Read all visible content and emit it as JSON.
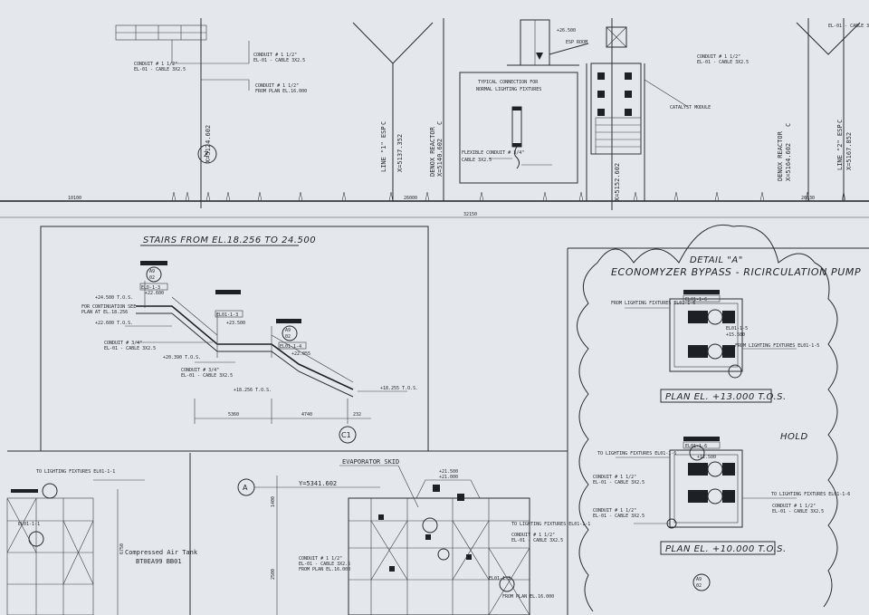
{
  "top": {
    "grid_z": "Z",
    "x_label_1": "X=5124.602",
    "x_label_2": "X=5140.602",
    "x_label_3": "X=5137.352",
    "x_label_4": "X=5152.602",
    "x_label_5": "X=5164.602",
    "x_label_6": "X=5167.852",
    "line1_esp": "LINE \"1\" ESP",
    "denox1": "DENOX REACTOR",
    "denox2": "DENOX REACTOR",
    "line2_esp": "LINE \"2\" ESP",
    "c1": "C",
    "c2": "C",
    "c3": "C",
    "c4": "C",
    "c5": "C",
    "esp_room": "ESP ROOM",
    "catalyst": "CATALYST MODULE",
    "typical_1": "TYPICAL CONNECTION FOR",
    "typical_2": "NORMAL LIGHTING FIXTURES",
    "flexible": "FLEXIBLE CONDUIT # 3/4\"",
    "cable": "CABLE 3X2.5",
    "dim_1": "10100",
    "dim_2": "26000",
    "dim_3": "32150",
    "dim_4": "26030",
    "elev": "+26.500",
    "small_1": "CONDUIT # 1 1/2\"",
    "small_2": "EL-01 - CABLE 3X2.5",
    "small_3": "EL-01 - CABLE 3X2.5",
    "small_4": "FROM PLAN EL.16.000"
  },
  "stairs": {
    "title": "STAIRS FROM EL.18.256 TO 24.500",
    "el_1": "+24.500 T.O.S.",
    "el_2": "+22.600",
    "el_3": "+22.600 T.O.S.",
    "el_4": "+20.390 T.O.S.",
    "el_5": "+18.256 T.O.S.",
    "el_6": "+18.255 T.O.S.",
    "el_7": "+23.500",
    "el_8": "+22.055",
    "tag_a": "A9",
    "tag_b": "02",
    "tag_c": "C1",
    "fix_1": "ELD-1-3",
    "fix_2": "EL01-1-3",
    "fix_3": "EL01-1-4",
    "note_1": "FOR CONTINUATION SEE",
    "note_2": "PLAN AT EL.18.256",
    "note_3": "CONDUIT # 3/4\"",
    "note_4": "EL-01 - CABLE 3X2.5",
    "dim_1": "5360",
    "dim_2": "4740",
    "dim_3": "232"
  },
  "detail": {
    "title_1": "DETAIL \"A\"",
    "title_2": "ECONOMYZER BYPASS - RICIRCULATION PUMP",
    "plan_1": "PLAN EL. +13.000 T.O.S.",
    "plan_2": "PLAN EL. +10.000 T.O.S.",
    "hold": "HOLD",
    "tag_1": "EL01-1-6",
    "tag_2": "EL01-1-5",
    "el_1": "+15.500",
    "el_2": "+12.500",
    "from_1": "FROM LIGHTING FIXTURES EL01-1-6",
    "from_2": "FROM LIGHTING FIXTURES EL01-1-5",
    "to_1": "TO LIGHTING FIXTURES EL01-1-6",
    "note_1": "CONDUIT # 1 1/2\"",
    "note_2": "EL-01 - CABLE 3X2.5"
  },
  "bottom": {
    "grid_a": "A",
    "y_label": "Y=5341.602",
    "evap": "EVAPORATOR SKID",
    "compressed_1": "Compressed Air Tank",
    "compressed_2": "BT0EA99 BB01",
    "dim_1": "1400",
    "dim_2": "6750",
    "dim_3": "2500",
    "el_1": "+21.500",
    "el_2": "+21.000",
    "tag_1": "EL01-1-1",
    "tag_2": "EL01-1-2",
    "note_1": "TO LIGHTING FIXTURES EL01-1-1",
    "note_2": "CONDUIT # 1 1/2\"",
    "note_3": "EL-01 - CABLE 3X2.5",
    "note_4": "FROM PLAN EL.16.000"
  }
}
